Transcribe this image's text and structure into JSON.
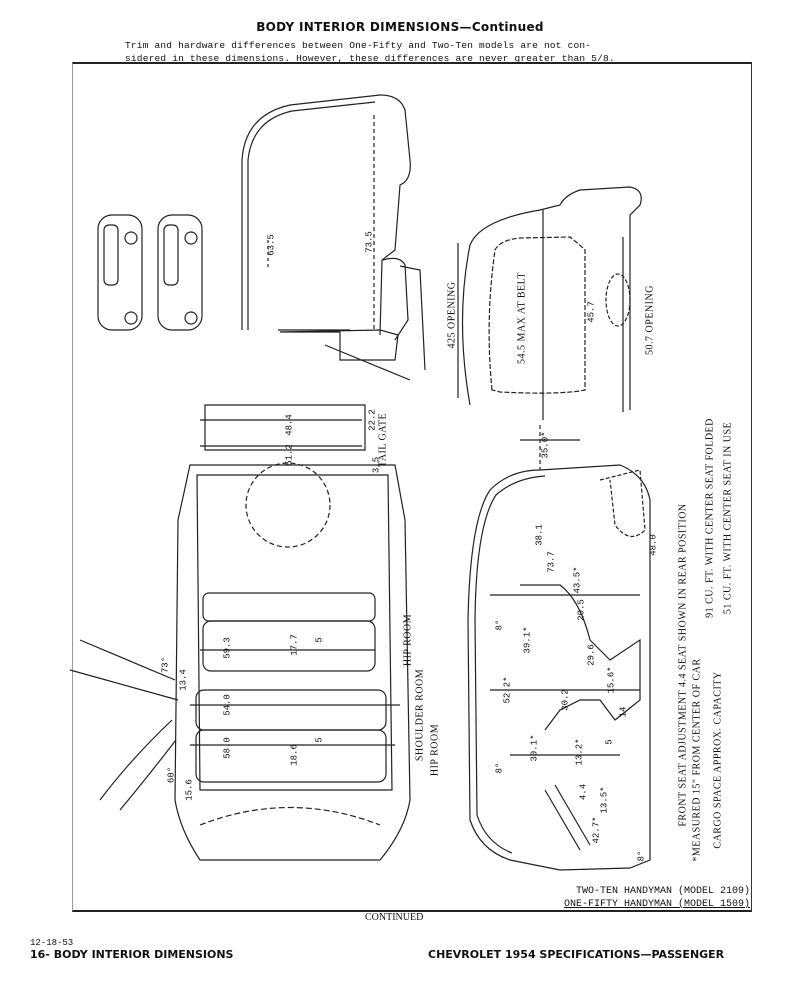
{
  "header": {
    "title": "BODY INTERIOR DIMENSIONS—Continued",
    "note_line1": "Trim and hardware differences between One-Fifty and Two-Ten models are not con-",
    "note_line2": "sidered in these dimensions.  However, these differences are never greater than 5/8."
  },
  "top_view": {
    "dim_48_4": "48.4",
    "dim_51_2": "51.2",
    "dim_22_2": "22.2",
    "tail_gate": "TAIL GATE",
    "dim_3_5": "3.5",
    "dim_59_3": "59.3",
    "dim_17_7": "17.7",
    "dim_5a": "5",
    "hip_room_rear": "HIP ROOM",
    "dim_54_0": "54.0",
    "dim_58_0": "58.0",
    "dim_18_6": "18.6",
    "dim_5b": "5",
    "shoulder_room": "SHOULDER ROOM",
    "hip_room_front": "HIP ROOM",
    "dim_13_4": "13.4",
    "angle_73": "73°",
    "angle_60": "60°",
    "dim_15_6": "15.6"
  },
  "rear_section": {
    "dim_63_5": "63.5",
    "dim_73_5": "73.5"
  },
  "rear_view": {
    "opening_left": "425 OPENING",
    "max_at_belt": "54.5 MAX AT BELT",
    "dim_45_7": "45.7",
    "opening_right": "50.7 OPENING"
  },
  "side_view": {
    "dim_35_0": "35.0*",
    "dim_38_1": "38.1",
    "dim_73_7": "73.7",
    "dim_43_5": "43.5*",
    "dim_48_0": "48.0",
    "dim_20_5": "20.5",
    "angle_8a": "8°",
    "dim_39_1a": "39.1*",
    "dim_29_6": "29.6",
    "dim_15_6": "15.6*",
    "dim_52_2": "52.2*",
    "dim_30_2": "30.2",
    "dim_14": "14",
    "angle_8b": "8°",
    "dim_39_1b": "39.1*",
    "dim_13_2": "13.2*",
    "dim_5": "5",
    "dim_4_4": "4.4",
    "dim_13_5": "13.5*",
    "dim_42_7": "42.7*",
    "angle_8c": "8°"
  },
  "notes": {
    "front_seat": "FRONT SEAT ADJUSTMENT 4.4 SEAT SHOWN IN REAR POSITION",
    "measured": "*MEASURED 15\" FROM CENTER OF CAR",
    "cargo_label": "CARGO SPACE APPROX. CAPACITY",
    "cargo_folded": "91 CU. FT. WITH CENTER SEAT FOLDED",
    "cargo_in_use": "51 CU. FT. WITH CENTER SEAT IN USE"
  },
  "models": {
    "two_ten": "TWO-TEN HANDYMAN (MODEL 2109)",
    "one_fifty": "ONE-FIFTY HANDYMAN (MODEL 1509)"
  },
  "continued": "CONTINUED",
  "footer": {
    "date": "12-18-53",
    "left": "16- BODY INTERIOR DIMENSIONS",
    "right": "CHEVROLET 1954 SPECIFICATIONS—PASSENGER"
  }
}
